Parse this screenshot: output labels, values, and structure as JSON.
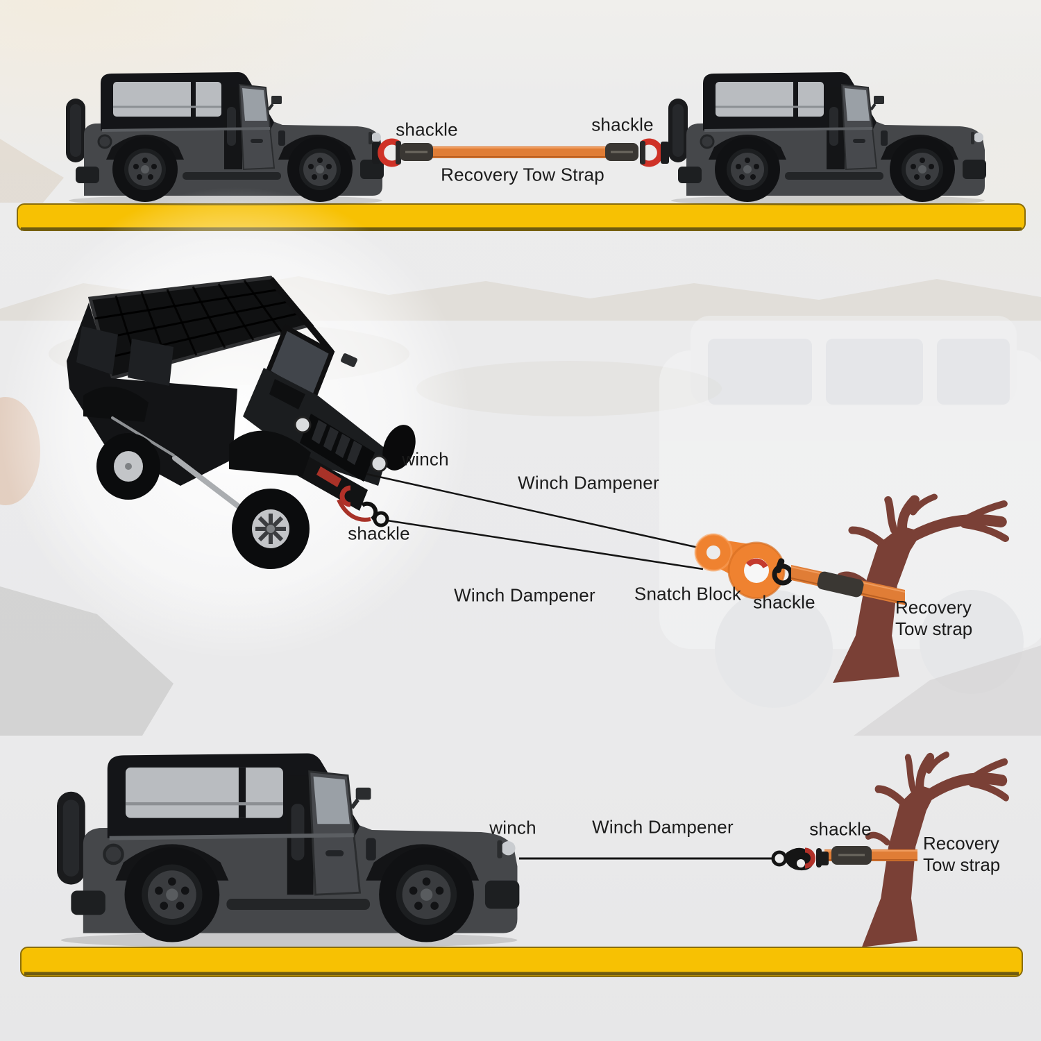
{
  "top": {
    "shackle_left": "shackle",
    "shackle_right": "shackle",
    "strap": "Recovery Tow Strap"
  },
  "middle": {
    "winch": "winch",
    "winch_dampener_upper": "Winch Dampener",
    "shackle_vehicle": "shackle",
    "winch_dampener_lower": "Winch Dampener",
    "snatch_block": "Snatch Block",
    "shackle_block": "shackle",
    "recovery_line1": "Recovery",
    "recovery_line2": "Tow strap"
  },
  "bottom": {
    "winch": "winch",
    "winch_dampener": "Winch Dampener",
    "shackle": "shackle",
    "recovery_line1": "Recovery",
    "recovery_line2": "Tow strap"
  },
  "colors": {
    "strap_orange": "#e07d36",
    "snatch_block_orange": "#ef8230",
    "shackle_red": "#c0392b",
    "ground_yellow": "#f7c103",
    "ground_border": "#6f5c10",
    "tree_brown": "#7a4036",
    "jeep_body_gray": "#45474a",
    "jeep_black": "#141518",
    "label_text": "#1b1b1b",
    "background": "#ebebec"
  }
}
